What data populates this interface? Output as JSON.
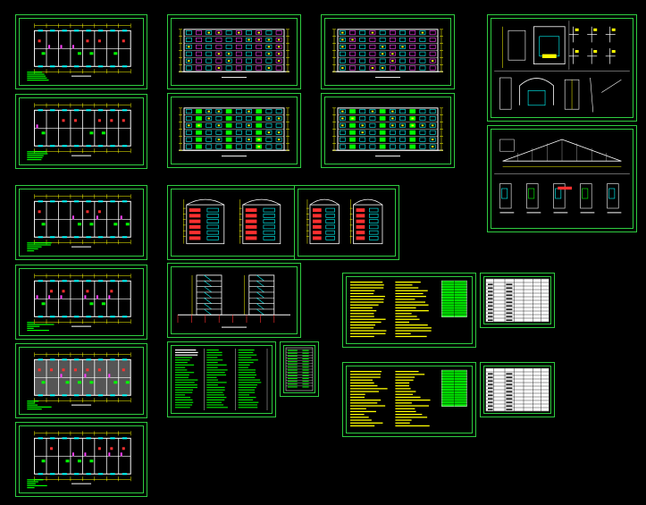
{
  "drawing_set": {
    "background": "#000000",
    "colors": {
      "frame": "#2ecc40",
      "wall": "#ffffff",
      "dimension": "#ffff00",
      "window": "#00ffff",
      "glazing": "#00ff00",
      "accent": "#ff3030",
      "magenta": "#ff40ff",
      "table_fill": "#00e000",
      "note_text": "#ffff00"
    },
    "sheets": [
      {
        "id": "plan-1",
        "kind": "plan",
        "title": ""
      },
      {
        "id": "plan-2",
        "kind": "plan",
        "title": ""
      },
      {
        "id": "plan-3",
        "kind": "plan",
        "title": ""
      },
      {
        "id": "plan-4",
        "kind": "plan",
        "title": ""
      },
      {
        "id": "plan-5",
        "kind": "plan-gray",
        "title": ""
      },
      {
        "id": "plan-6",
        "kind": "plan",
        "title": ""
      },
      {
        "id": "elev-1",
        "kind": "elevation",
        "title": ""
      },
      {
        "id": "elev-2",
        "kind": "elevation",
        "title": ""
      },
      {
        "id": "elev-3",
        "kind": "elevation-green",
        "title": ""
      },
      {
        "id": "elev-4",
        "kind": "elevation-green",
        "title": ""
      },
      {
        "id": "side-1",
        "kind": "side-elevation",
        "title": ""
      },
      {
        "id": "side-2",
        "kind": "side-elevation",
        "title": ""
      },
      {
        "id": "section-1",
        "kind": "section",
        "title": ""
      },
      {
        "id": "notes-1",
        "kind": "notes-green",
        "title": ""
      },
      {
        "id": "table-small",
        "kind": "table-green",
        "title": ""
      },
      {
        "id": "notes-2",
        "kind": "notes-yellow",
        "title": ""
      },
      {
        "id": "table-1",
        "kind": "table-white",
        "title": ""
      },
      {
        "id": "notes-3",
        "kind": "notes-yellow",
        "title": ""
      },
      {
        "id": "table-2",
        "kind": "table-white",
        "title": ""
      },
      {
        "id": "details-1",
        "kind": "details",
        "title": ""
      },
      {
        "id": "roof-1",
        "kind": "roof-details",
        "title": ""
      }
    ]
  }
}
